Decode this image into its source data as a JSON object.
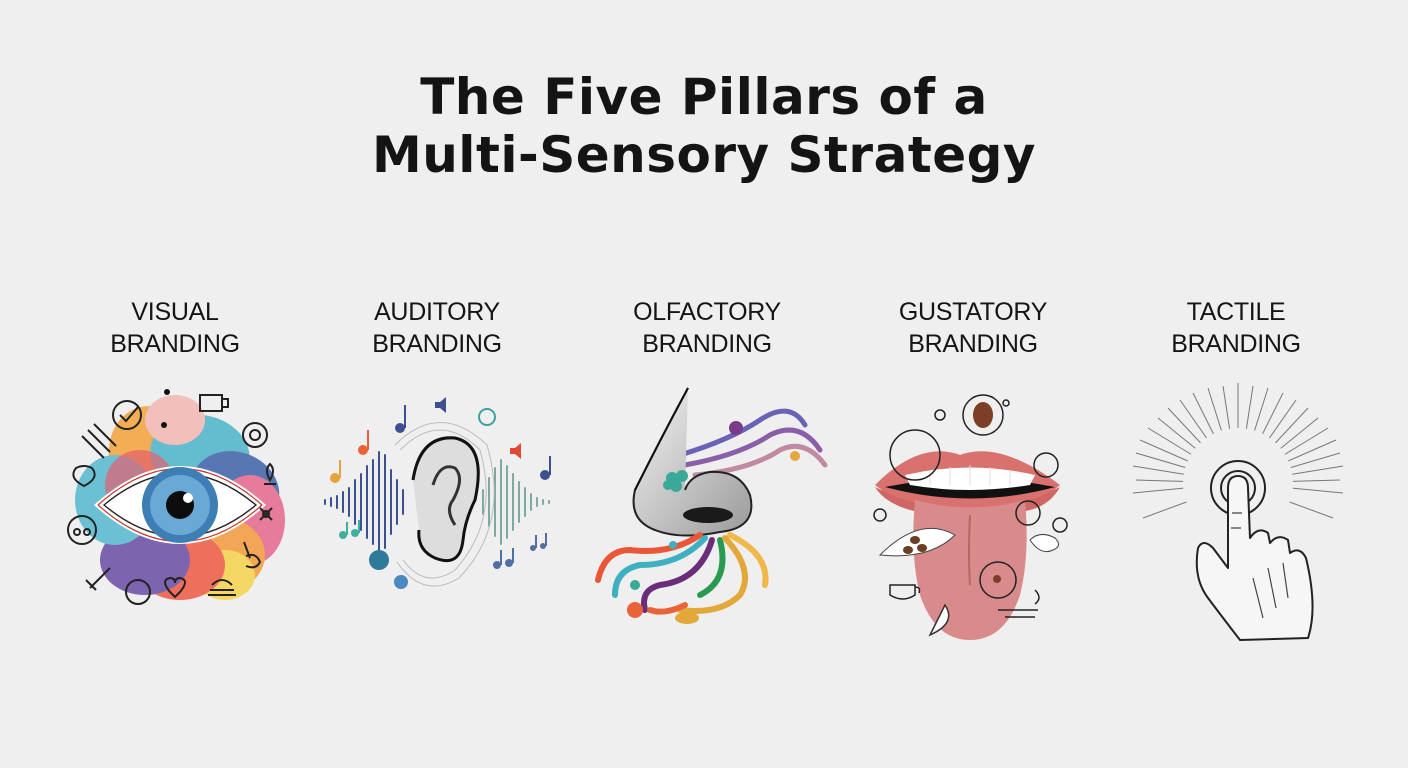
{
  "title": {
    "line1": "The Five Pillars of a",
    "line2": "Multi-Sensory Strategy"
  },
  "pillars": [
    {
      "line1": "VISUAL",
      "line2": "BRANDING",
      "icon": "eye-icon"
    },
    {
      "line1": "AUDITORY",
      "line2": "BRANDING",
      "icon": "ear-icon"
    },
    {
      "line1": "OLFACTORY",
      "line2": "BRANDING",
      "icon": "nose-icon"
    },
    {
      "line1": "GUSTATORY",
      "line2": "BRANDING",
      "icon": "tongue-icon"
    },
    {
      "line1": "TACTILE",
      "line2": "BRANDING",
      "icon": "touch-hand-icon"
    }
  ],
  "colors": {
    "background": "#efefef",
    "text": "#141414",
    "iris": "#3d7fb5",
    "lip": "#d9716f",
    "tongue": "#d98a8a"
  }
}
